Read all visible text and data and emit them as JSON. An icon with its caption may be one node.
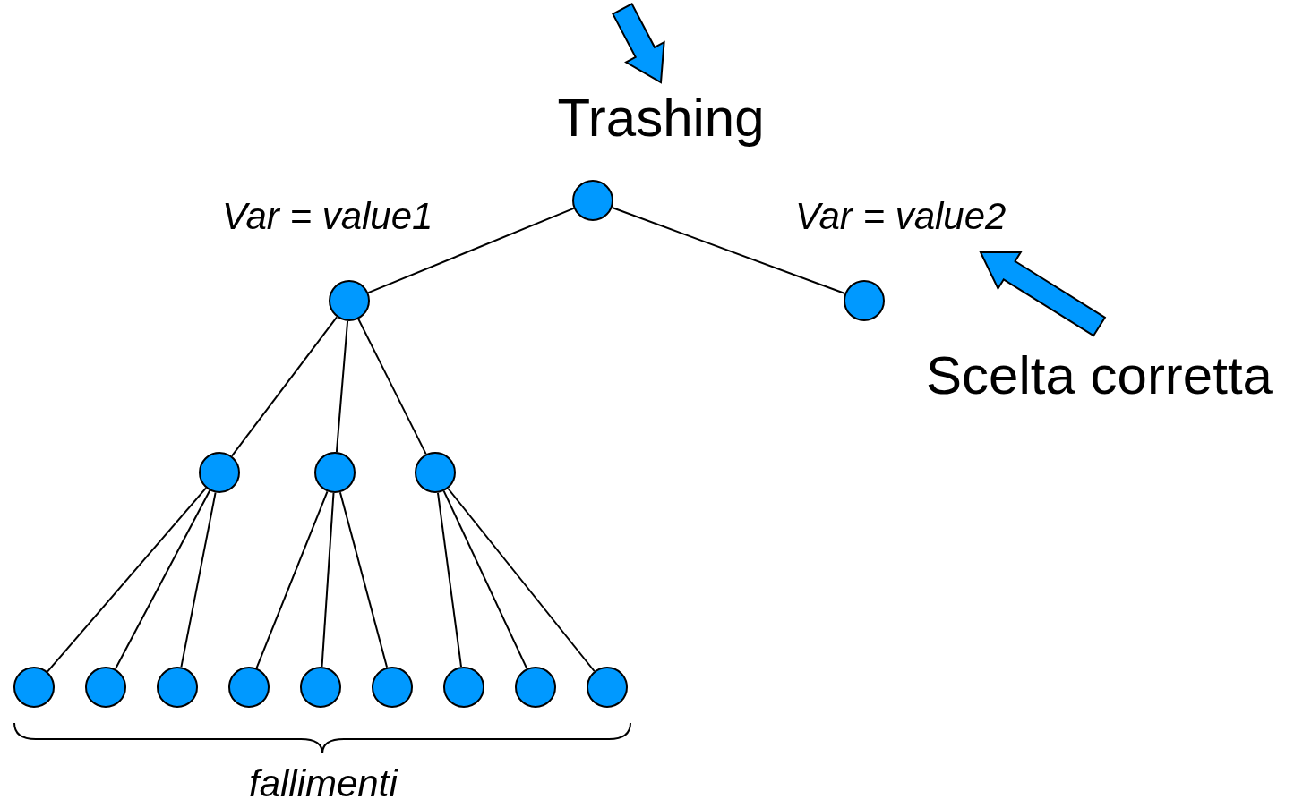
{
  "diagram": {
    "nodes": [
      {
        "text": [
          "Trashing"
        ]
      },
      {
        "text": [],
        "shape": "circle"
      },
      {
        "text": [],
        "shape": "circle"
      },
      {
        "text": [],
        "shape": "circle"
      },
      {
        "text": [
          "Scelta corretta"
        ]
      },
      {
        "text": [],
        "shape": "circle"
      },
      {
        "text": [],
        "shape": "circle"
      },
      {
        "text": [],
        "shape": "circle"
      },
      {
        "text": [],
        "shape": "circle"
      },
      {
        "text": [],
        "shape": "circle"
      },
      {
        "text": [],
        "shape": "circle"
      },
      {
        "text": [],
        "shape": "circle"
      },
      {
        "text": [],
        "shape": "circle"
      },
      {
        "text": [],
        "shape": "circle"
      },
      {
        "text": [],
        "shape": "circle"
      },
      {
        "text": [],
        "shape": "circle"
      },
      {
        "text": [],
        "shape": "circle"
      }
    ],
    "edges": [
      {
        "from": null,
        "to": 0,
        "arrow": "to",
        "style": "thick"
      },
      {
        "from": 1,
        "to": 2,
        "arrow": "none",
        "label": "Var = value1"
      },
      {
        "from": 1,
        "to": 3,
        "arrow": "none",
        "label": "Var = value2"
      },
      {
        "from": 4,
        "to": null,
        "arrow": "to",
        "style": "thick"
      },
      {
        "from": 2,
        "to": 5,
        "arrow": "none"
      },
      {
        "from": 2,
        "to": 6,
        "arrow": "none"
      },
      {
        "from": 2,
        "to": 7,
        "arrow": "none"
      },
      {
        "from": 5,
        "to": 8,
        "arrow": "none"
      },
      {
        "from": 5,
        "to": 9,
        "arrow": "none"
      },
      {
        "from": 5,
        "to": 10,
        "arrow": "none"
      },
      {
        "from": 6,
        "to": 11,
        "arrow": "none"
      },
      {
        "from": 6,
        "to": 12,
        "arrow": "none"
      },
      {
        "from": 6,
        "to": 13,
        "arrow": "none"
      },
      {
        "from": 7,
        "to": 14,
        "arrow": "none"
      },
      {
        "from": 7,
        "to": 15,
        "arrow": "none"
      },
      {
        "from": 7,
        "to": 16,
        "arrow": "none"
      }
    ],
    "labels": [
      "fallimenti"
    ]
  }
}
